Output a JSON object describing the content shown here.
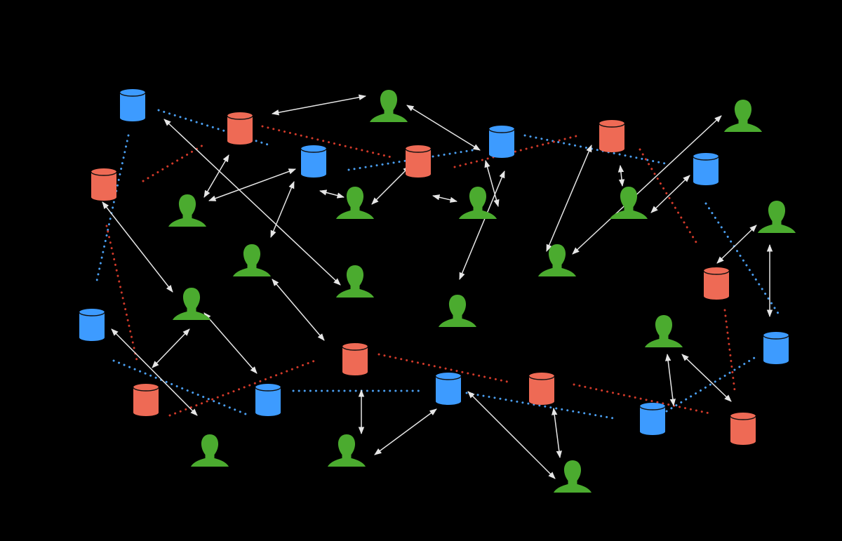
{
  "colors": {
    "background": "#000000",
    "database_blue": "#3d9bff",
    "database_red": "#ee6a55",
    "person_green": "#4bab2f",
    "arrow": "#e6e6e6",
    "dotted_blue": "#4a9ef0",
    "dotted_red": "#d23a2a"
  },
  "node_types": [
    "database-blue",
    "database-red",
    "person"
  ],
  "link_types": [
    "bidirectional-arrow",
    "dotted-blue",
    "dotted-red"
  ]
}
